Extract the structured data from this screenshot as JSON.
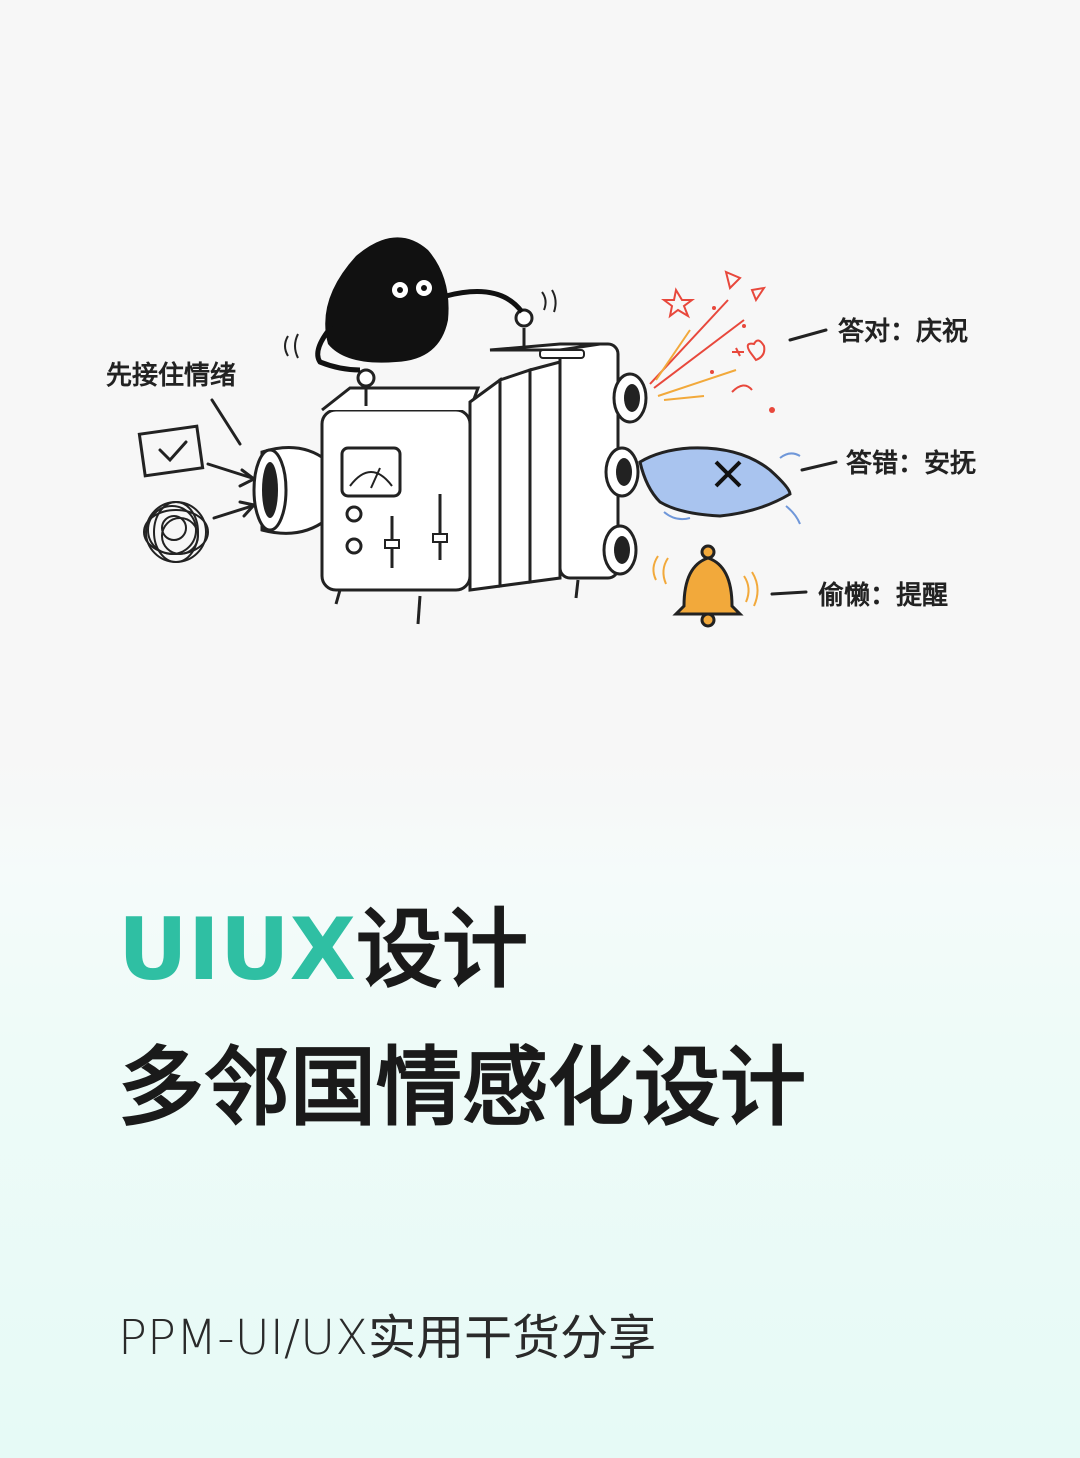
{
  "illustration": {
    "label_receive": "先接住情绪",
    "label_correct": "答对：庆祝",
    "label_wrong": "答错：安抚",
    "label_lazy": "偷懒：提醒",
    "icons": [
      "checkbox-icon",
      "scribble-icon",
      "machine-icon",
      "pillow-icon",
      "bell-icon",
      "confetti-icon",
      "blob-character-icon"
    ]
  },
  "title": {
    "accent": "UIUX",
    "line1_rest": "设计",
    "line2": "多邻国情感化设计"
  },
  "subtitle": "PPM-UI/UX实用干货分享",
  "colors": {
    "accent": "#2fbfa3",
    "text": "#1a1a1a",
    "pillow": "#a9c4ef",
    "bell": "#f2a93b",
    "confetti": "#e8483c"
  }
}
